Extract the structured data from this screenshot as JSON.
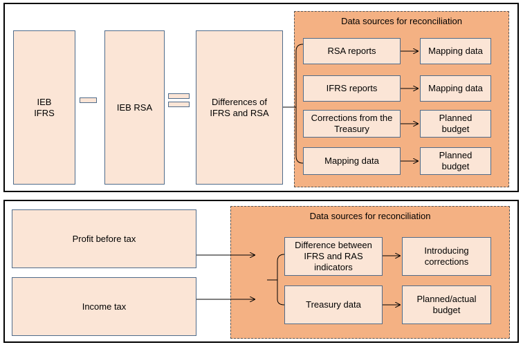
{
  "top": {
    "ieb_ifrs": "IEB\nIFRS",
    "ieb_rsa": "IEB RSA",
    "differences": "Differences of\nIFRS and RSA",
    "region_title": "Data sources for reconciliation",
    "rows": [
      {
        "source": "RSA reports",
        "target": "Mapping data"
      },
      {
        "source": "IFRS reports",
        "target": "Mapping data"
      },
      {
        "source": "Corrections from the\nTreasury",
        "target": "Planned\nbudget"
      },
      {
        "source": "Mapping data",
        "target": "Planned\nbudget"
      }
    ]
  },
  "bottom": {
    "profit": "Profit before tax",
    "income_tax": "Income tax",
    "region_title": "Data sources for reconciliation",
    "rows": [
      {
        "source": "Difference between\nIFRS and RAS\nindicators",
        "target": "Introducing\ncorrections"
      },
      {
        "source": "Treasury data",
        "target": "Planned/actual\nbudget"
      }
    ]
  }
}
